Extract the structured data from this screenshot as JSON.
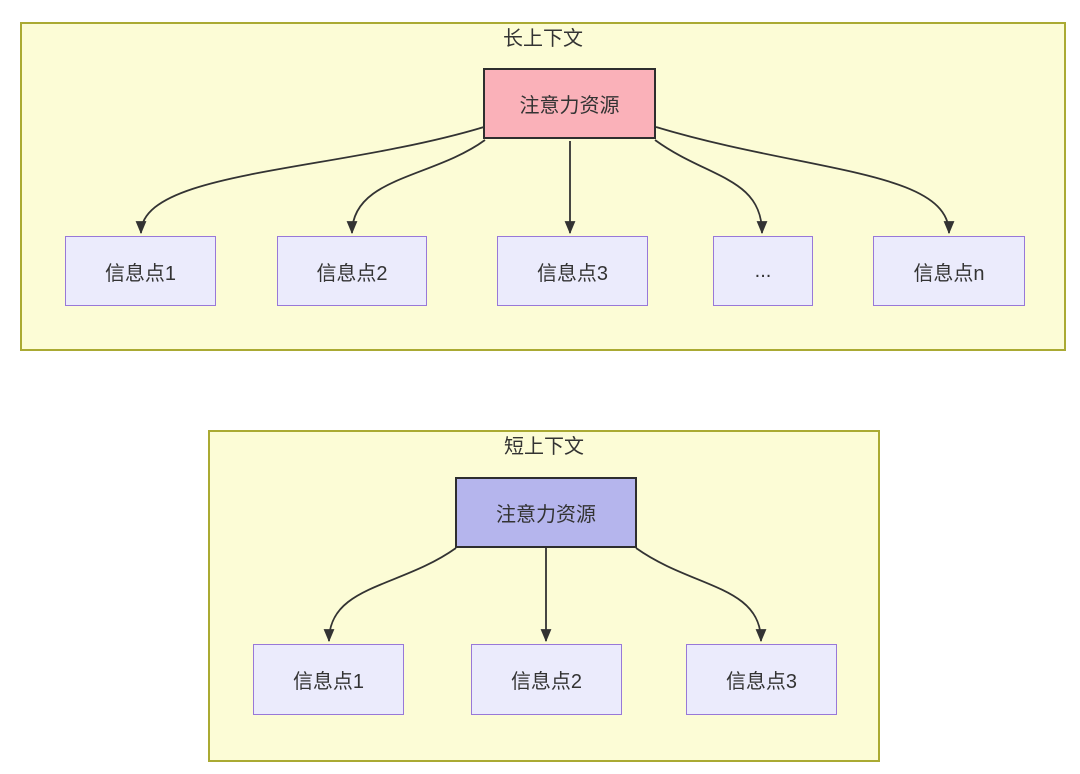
{
  "diagram": {
    "sections": [
      {
        "title": "长上下文",
        "root_label": "注意力资源",
        "root_fill": "#fab1b9",
        "children": [
          "信息点1",
          "信息点2",
          "信息点3",
          "...",
          "信息点n"
        ]
      },
      {
        "title": "短上下文",
        "root_label": "注意力资源",
        "root_fill": "#b5b5ed",
        "children": [
          "信息点1",
          "信息点2",
          "信息点3"
        ]
      }
    ],
    "colors": {
      "panel_fill": "#fcfcd6",
      "panel_border": "#aaaa33",
      "info_node_fill": "#ebebfc",
      "info_node_border": "#9878d8",
      "root_border": "#2e2e2e",
      "edge": "#333333",
      "text": "#333333"
    }
  }
}
